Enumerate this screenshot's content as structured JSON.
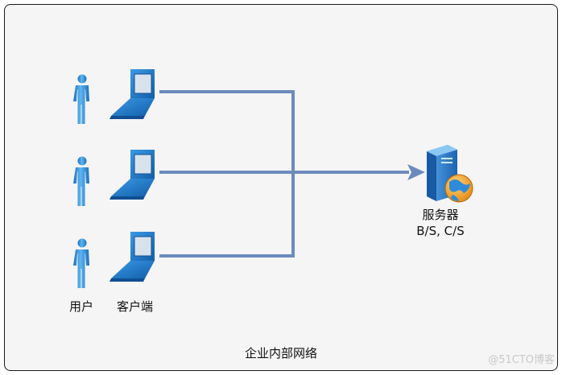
{
  "diagram": {
    "label_user": "用户",
    "label_client": "客户端",
    "server_name": "服务器",
    "server_modes": "B/S, C/S",
    "network_label": "企业内部网络"
  },
  "watermark": "@51CTO博客",
  "colors": {
    "frame_bg": "#f5f5f5",
    "frame_border": "#1a1a1a",
    "connector": "#6b8bbd",
    "person": "#2f8fd6",
    "laptop": "#1f74c8",
    "laptop_screen": "#d8e2ec",
    "server": "#2d7fd0",
    "globe": "#f2a623"
  },
  "icons": [
    "person-icon",
    "laptop-icon",
    "server-icon",
    "globe-icon"
  ]
}
